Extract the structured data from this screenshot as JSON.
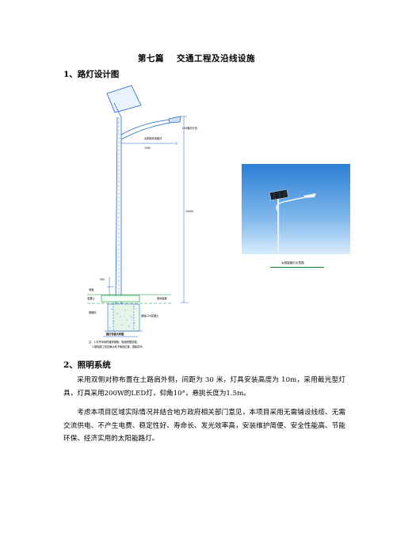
{
  "chapter": {
    "part": "第七篇",
    "title": "交通工程及沿线设施"
  },
  "sections": [
    {
      "heading": "1、路灯设计图"
    },
    {
      "heading": "2、照明系统"
    }
  ],
  "paragraphs": [
    "采用双侧对称布置在土路肩外侧，间距为 30 米，灯具安装高度为 10m，采用截光型灯具，灯具采用200W的LED灯，仰角10°，悬挑长度为1.5m。",
    "考虑本项目区域实际情况并结合地方政府相关部门意见，本项目采用无需铺设线缆、无需交流供电、不产生电费、稳定性好、寿命长、发光效率高，安装维护简便、安全性能高、节能环保、经济实用的太阳能路灯。"
  ],
  "drawing": {
    "labels": {
      "top_right": "LED路灯灯具",
      "arm": "太阳能电池组件",
      "arm_len": "1500",
      "height": "10000",
      "base_h": "500",
      "ground": "地面",
      "base_left": "混凝土",
      "base_right": "接地装置",
      "footing": "预埋件",
      "pit": "基础C25混凝土",
      "bottom_title": "路灯安装大样图",
      "note1": "注：1.灯杆采用热镀锌钢管，表面喷塑处理。",
      "note2": "2.基础施工前应确认地下管线位置，避免损坏。"
    }
  },
  "photo": {
    "caption": "太阳能路灯示意图"
  },
  "colors": {
    "sky_top": "#2c7fd6",
    "sky_bottom": "#d8ecfb",
    "line_green": "#0a8a3a"
  }
}
